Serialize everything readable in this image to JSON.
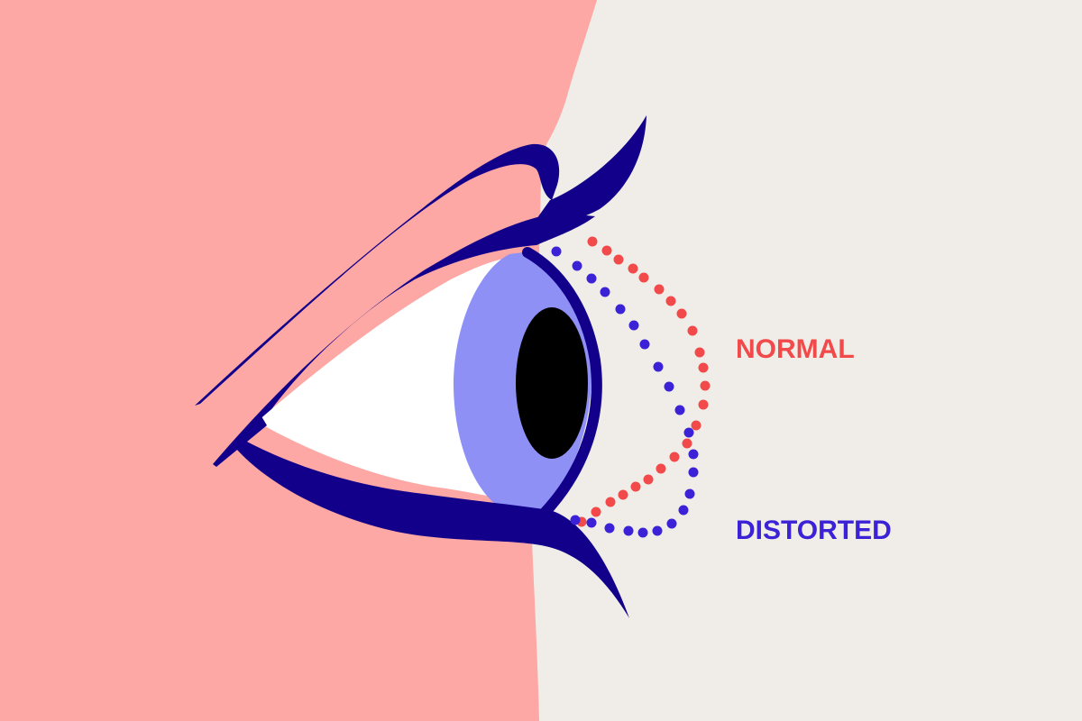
{
  "diagram": {
    "subject": "eye-profile-cornea-shape",
    "colors": {
      "background": "#f0ede8",
      "skin": "#fda8a4",
      "eye_outline": "#12008a",
      "sclera": "#ffffff",
      "iris": "#8e90f5",
      "pupil": "#000000",
      "normal": "#f24a4a",
      "distorted": "#3c22d6"
    },
    "labels": {
      "normal": "NORMAL",
      "distorted": "DISTORTED"
    },
    "curves": {
      "normal": {
        "description": "smooth dotted arc of normal cornea",
        "points": [
          [
            657,
            268
          ],
          [
            673,
            278
          ],
          [
            686,
            288
          ],
          [
            702,
            298
          ],
          [
            714,
            308
          ],
          [
            731,
            321
          ],
          [
            744,
            334
          ],
          [
            756,
            348
          ],
          [
            768,
            367
          ],
          [
            776,
            391
          ],
          [
            780,
            408
          ],
          [
            782,
            428
          ],
          [
            780,
            449
          ],
          [
            772,
            472
          ],
          [
            762,
            492
          ],
          [
            748,
            507
          ],
          [
            733,
            520
          ],
          [
            719,
            532
          ],
          [
            705,
            540
          ],
          [
            691,
            549
          ],
          [
            677,
            557
          ],
          [
            661,
            568
          ],
          [
            645,
            579
          ]
        ]
      },
      "distorted": {
        "description": "dotted cone-shaped bulging cornea (keratoconus)",
        "points": [
          [
            617,
            279
          ],
          [
            640,
            295
          ],
          [
            656,
            309
          ],
          [
            671,
            324
          ],
          [
            688,
            343
          ],
          [
            703,
            361
          ],
          [
            715,
            382
          ],
          [
            730,
            407
          ],
          [
            742,
            429
          ],
          [
            754,
            455
          ],
          [
            764,
            480
          ],
          [
            769,
            504
          ],
          [
            769,
            524
          ],
          [
            765,
            548
          ],
          [
            758,
            566
          ],
          [
            745,
            581
          ],
          [
            729,
            589
          ],
          [
            713,
            591
          ],
          [
            697,
            589
          ],
          [
            676,
            586
          ],
          [
            656,
            580
          ],
          [
            638,
            577
          ]
        ]
      }
    }
  }
}
